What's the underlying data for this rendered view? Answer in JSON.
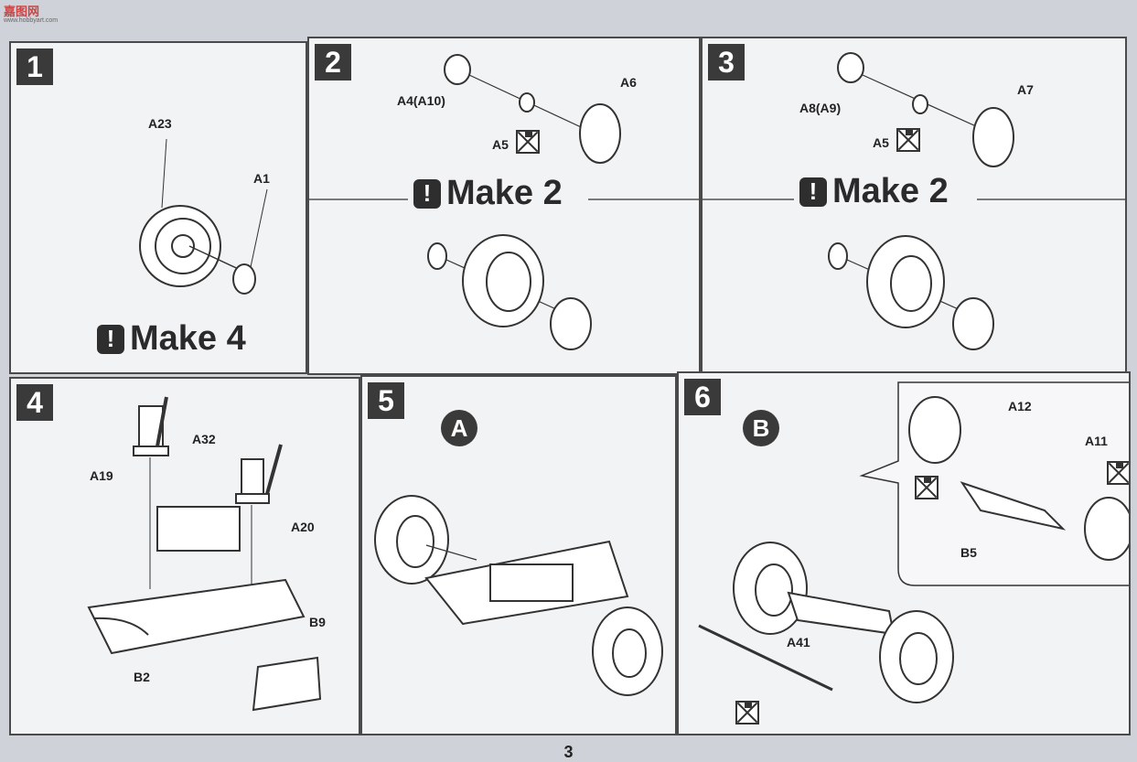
{
  "watermark": {
    "title": "嘉图网",
    "sub": "www.hobbyart.com"
  },
  "page_number": "3",
  "panels": [
    {
      "step": "1",
      "labels": [
        "A23",
        "A1"
      ],
      "make": "Make 4"
    },
    {
      "step": "2",
      "labels": [
        "A4(A10)",
        "A6",
        "A5"
      ],
      "make": "Make 2"
    },
    {
      "step": "3",
      "labels": [
        "A8(A9)",
        "A7",
        "A5"
      ],
      "make": "Make 2"
    },
    {
      "step": "4",
      "labels": [
        "A19",
        "A32",
        "A20",
        "B9",
        "B2"
      ]
    },
    {
      "step": "5",
      "callout": "A"
    },
    {
      "step": "6",
      "callout": "B",
      "labels": [
        "A12",
        "A11",
        "B5",
        "A41"
      ]
    }
  ],
  "icons": {
    "make_icon": "exclamation-icon",
    "glue_icon": "cement-prohibited-icon"
  }
}
